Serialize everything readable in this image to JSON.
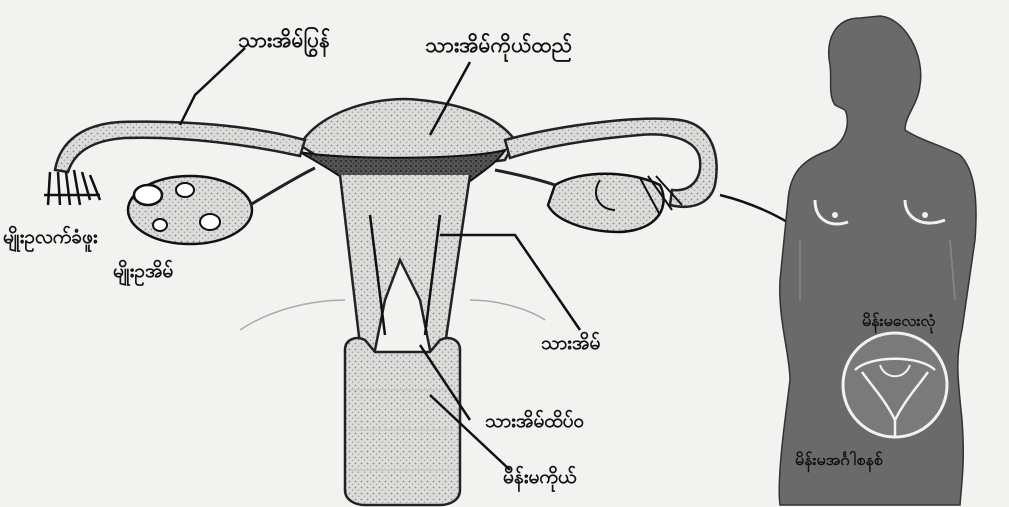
{
  "labels": {
    "tube": "သားအိမ်ပြွန်",
    "uterus_body": "သားအိမ်ကိုယ်ထည်",
    "fimbriae": "မျိုးဥလက်ခံဖူး",
    "ovary": "မျိုးဥအိမ်",
    "uterus": "သားအိမ်",
    "cervix": "သားအိမ်ထိပ်ဝ",
    "vagina": "မိန်းမကိုယ်",
    "pelvis": "မိန်းမလေးလုံ",
    "bottom_right": "မိန်းမအင်္ဂါစနစ်"
  },
  "colors": {
    "ink": "#111111",
    "paper": "#f2f2f0",
    "shade": "#6a6a6a",
    "light": "#d8d8d6"
  }
}
